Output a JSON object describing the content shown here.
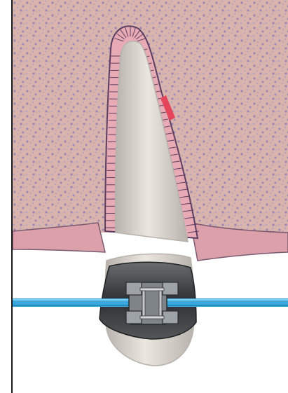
{
  "figure": {
    "parts": [
      "bone",
      "periodontal-ligament",
      "gingiva",
      "tooth-root",
      "tooth-crown",
      "orthodontic-bracket",
      "archwire",
      "compression-zone",
      "left-border-line"
    ]
  },
  "colors": {
    "bone": "#d8b4ad",
    "bone_speckle_light": "#b8a4c2",
    "bone_speckle_dark": "#9c86b5",
    "ligament": "#e8aab4",
    "ligament_stroke": "#5b3f62",
    "gingiva": "#dca0ab",
    "gingiva_stroke": "#7a5a70",
    "tooth": "#ebe7df",
    "tooth_shade": "#b7b2ab",
    "bracket_band": "#3b3d3f",
    "bracket_metal": "#9ea3a8",
    "archwire": "#3aa8dc",
    "compression": "#e4455a",
    "border": "#1a1a1a",
    "background": "#ffffff"
  }
}
